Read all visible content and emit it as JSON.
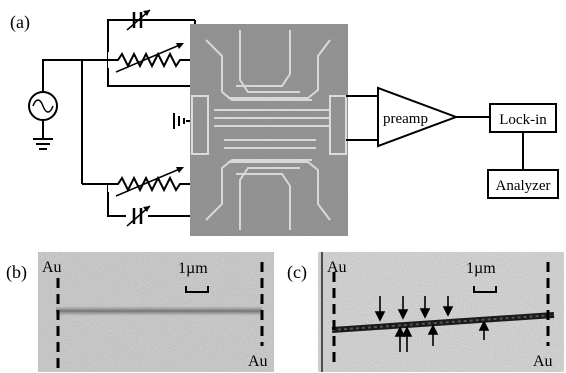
{
  "panels": {
    "a": {
      "label": "(a)"
    },
    "b": {
      "label": "(b)",
      "electrode_left": "Au",
      "electrode_right": "Au",
      "scale_bar": "1µm"
    },
    "c": {
      "label": "(c)",
      "electrode_left": "Au",
      "electrode_right": "Au",
      "scale_bar": "1µm"
    }
  },
  "circuit": {
    "preamp_label": "preamp",
    "lockin_label": "Lock-in",
    "analyzer_label": "Analyzer",
    "source_icon": "ac-source-icon",
    "ground_icon": "ground-icon",
    "chip_icon": "device-chip-micrograph"
  },
  "colors": {
    "ink": "#000000",
    "chip": "#8c8c8c",
    "sem_background": "#c9c9c9"
  }
}
